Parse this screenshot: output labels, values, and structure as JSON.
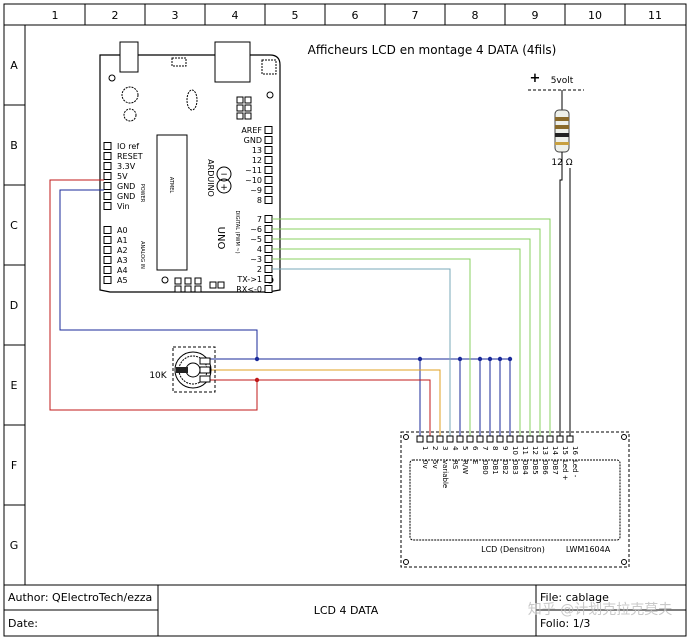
{
  "frame": {
    "columns": [
      "1",
      "2",
      "3",
      "4",
      "5",
      "6",
      "7",
      "8",
      "9",
      "10",
      "11"
    ],
    "rows": [
      "A",
      "B",
      "C",
      "D",
      "E",
      "F",
      "G"
    ]
  },
  "title": "Afficheurs LCD en montage 4 DATA (4fils)",
  "supply": {
    "symbol": "+",
    "label": "5volt"
  },
  "resistor": {
    "label": "12 Ω"
  },
  "potentiometer": {
    "label": "10K"
  },
  "arduino": {
    "brand": "ARDUINO",
    "model": "UNO",
    "chip": "ATMEL",
    "power_header_label": "POWER",
    "analog_header_label": "ANALOG IN",
    "digital_header_label": "DIGITAL (PWM ~)",
    "power_pins": [
      "IO ref",
      "RESET",
      "3.3V",
      "5V",
      "GND",
      "GND",
      "Vin"
    ],
    "analog_pins": [
      "A0",
      "A1",
      "A2",
      "A3",
      "A4",
      "A5"
    ],
    "digital_pins": [
      "AREF",
      "GND",
      "13",
      "12",
      "~11",
      "~10",
      "~9",
      "8",
      "7",
      "~6",
      "~5",
      "4",
      "~3",
      "2",
      "TX->1",
      "RX<-0"
    ]
  },
  "lcd": {
    "label": "LCD (Densitron)",
    "model": "LWM1604A",
    "pins": [
      {
        "name": "0v",
        "num": "1"
      },
      {
        "name": "5v",
        "num": "2"
      },
      {
        "name": "variable",
        "num": "3"
      },
      {
        "name": "RS",
        "num": "4"
      },
      {
        "name": "R/W",
        "num": "5"
      },
      {
        "name": "E",
        "num": "6"
      },
      {
        "name": "DB0",
        "num": "7"
      },
      {
        "name": "DB1",
        "num": "8"
      },
      {
        "name": "DB2",
        "num": "9"
      },
      {
        "name": "DB3",
        "num": "10"
      },
      {
        "name": "DB4",
        "num": "11"
      },
      {
        "name": "DB5",
        "num": "12"
      },
      {
        "name": "DB6",
        "num": "13"
      },
      {
        "name": "DB7",
        "num": "14"
      },
      {
        "name": "Led +",
        "num": "15"
      },
      {
        "name": "Led -",
        "num": "16"
      }
    ]
  },
  "wire_colors": {
    "ground": "#1a2a9a",
    "power": "#c01818",
    "contrast": "#e0a020",
    "data": "#8ad060",
    "rs": "#7aa8b8",
    "frame": "#000000"
  },
  "footer": {
    "author_label": "Author: QElectroTech/ezza",
    "date_label": "Date:",
    "center_title": "LCD 4 DATA",
    "file_label": "File: cablage",
    "folio_label": "Folio: 1/3"
  },
  "watermark": "知乎 @计划克拉克莫夫"
}
